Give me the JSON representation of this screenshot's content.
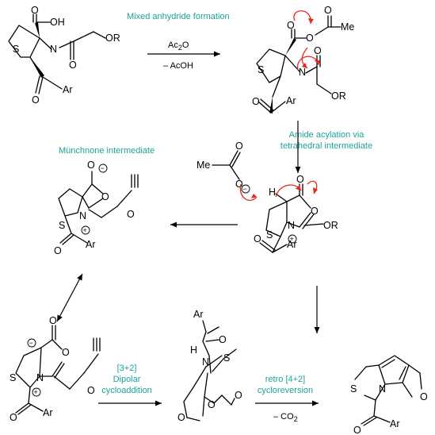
{
  "annotations": {
    "step1": "Mixed anhydride formation",
    "step2_line1": "Amide acylation via",
    "step2_line2": "tetrahedral intermediate",
    "munchnone": "Münchnone intermediate",
    "dipolar_tag": "[3+2]",
    "dipolar_line1": "Dipolar",
    "dipolar_line2": "cycloaddition",
    "retro_line1": "retro [4+2]",
    "retro_line2": "cycloreversion"
  },
  "reagents": {
    "ac2o_main": "Ac",
    "ac2o_sub": "2",
    "ac2o_end": "O",
    "minus_acoh": "– AcOH",
    "minus_co2_main": "– CO",
    "minus_co2_sub": "2"
  },
  "atoms": {
    "S": "S",
    "N": "N",
    "O": "O",
    "H": "H",
    "OH": "OH",
    "OR": "OR",
    "Ar": "Ar",
    "Me": "Me",
    "minus": "−",
    "plus": "+"
  }
}
